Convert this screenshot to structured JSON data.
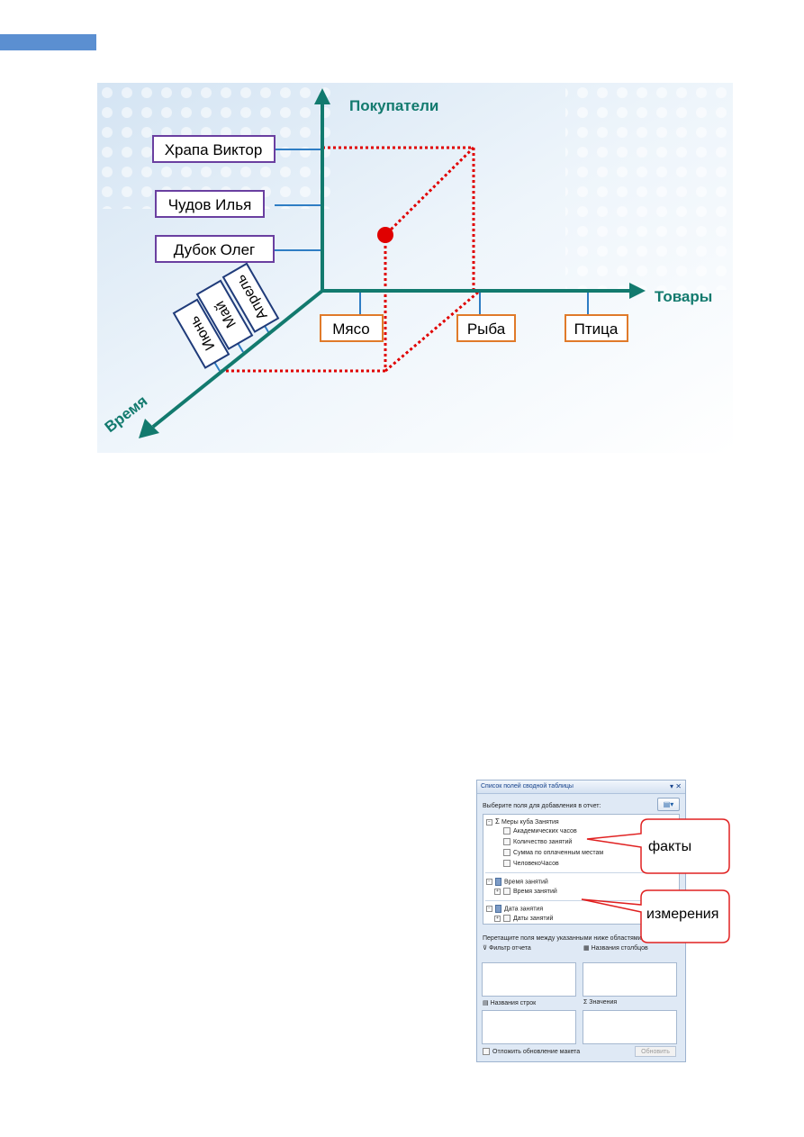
{
  "cube": {
    "axis_customers": "Покупатели",
    "axis_products": "Товары",
    "axis_time": "Время",
    "customers": [
      "Храпа Виктор",
      "Чудов Илья",
      "Дубок Олег"
    ],
    "products": [
      "Мясо",
      "Рыба",
      "Птица"
    ],
    "months": [
      "Апрель",
      "Май",
      "Июнь"
    ],
    "colors": {
      "axis": "#127a6e",
      "tick": "#2e7dc4",
      "customer_border": "#6a3fa0",
      "product_border": "#e07a2a",
      "month_border": "#1f3b7a",
      "highlight": "#e00000"
    }
  },
  "panel": {
    "title": "Список полей сводной таблицы",
    "controls": "▾ ✕",
    "choose_label": "Выберите поля для добавления в отчет:",
    "layout_button": "▤▾",
    "measures_group": "Меры куба Занятия",
    "measures": [
      "Академических часов",
      "Количество занятий",
      "Сумма по оплаченным местам",
      "ЧеловекоЧасов"
    ],
    "dim1_group": "Время занятий",
    "dim1_item": "Время занятий",
    "dim2_group": "Дата занятия",
    "dim2_item": "Даты занятий",
    "drag_label": "Перетащите поля между указанными ниже областями:",
    "areas": {
      "filter": "Фильтр отчета",
      "columns": "Названия столбцов",
      "rows": "Названия строк",
      "values": "Значения"
    },
    "defer_label": "Отложить обновление макета",
    "update_button": "Обновить"
  },
  "callouts": {
    "facts": "факты",
    "dimensions": "измерения"
  }
}
